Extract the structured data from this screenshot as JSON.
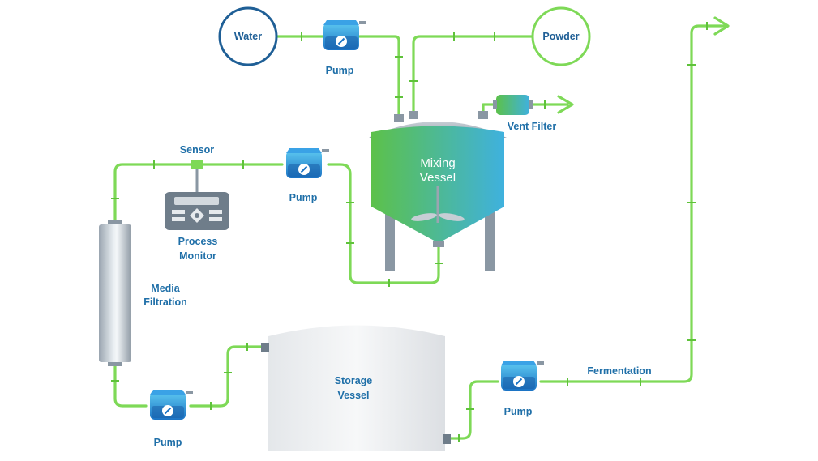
{
  "labels": {
    "water": "Water",
    "powder": "Powder",
    "pump_top": "Pump",
    "vent_filter": "Vent Filter",
    "mixing_vessel_line1": "Mixing",
    "mixing_vessel_line2": "Vessel",
    "sensor": "Sensor",
    "pump_middle": "Pump",
    "process_monitor_line1": "Process",
    "process_monitor_line2": "Monitor",
    "media_filtration_line1": "Media",
    "media_filtration_line2": "Filtration",
    "storage_vessel_line1": "Storage",
    "storage_vessel_line2": "Vessel",
    "pump_bottom_left": "Pump",
    "pump_bottom_right": "Pump",
    "fermentation": "Fermentation"
  },
  "colors": {
    "pipe": "#7ed957",
    "label": "#1f6fa8",
    "pump": "#2a8fd6",
    "source_circle_water": "#1f5f96",
    "source_circle_powder": "#7ed957",
    "vessel_gradient_start": "#5cc14a",
    "vessel_gradient_end": "#3fb1de",
    "steel": "#8a97a3"
  },
  "icons": {
    "pump": "peristaltic-pump-icon",
    "monitor": "process-monitor-icon",
    "filter": "vent-filter-icon",
    "arrow": "flow-arrow-icon"
  }
}
